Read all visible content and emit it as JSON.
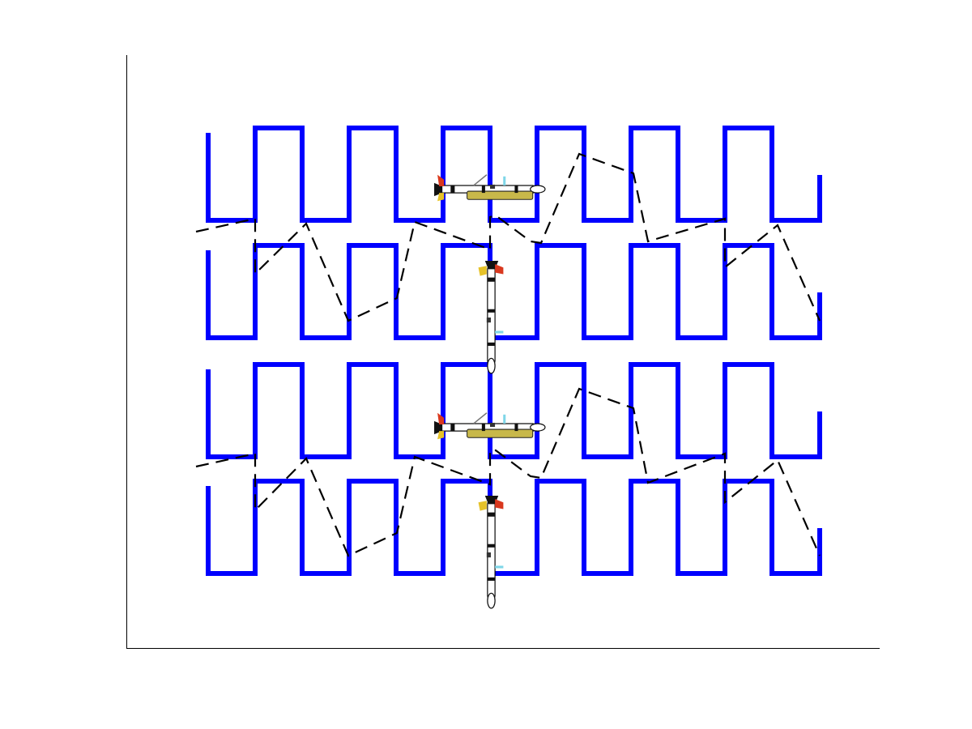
{
  "colors": {
    "lawnmower_path": "#0000ff",
    "auv_trajectory": "#000000",
    "axis": "#000000",
    "auv_body": "#ffffff",
    "auv_band": "#111111",
    "auv_payload": "#c8b84a",
    "auv_fin_red": "#d9381e",
    "auv_fin_yellow": "#e6c229",
    "auv_antenna": "#7fd6e8"
  },
  "icons": {
    "vehicle": "auv-icon"
  },
  "vehicles": [
    {
      "id": "auv-1",
      "orientation": "horizontal",
      "row": 1
    },
    {
      "id": "auv-2",
      "orientation": "vertical",
      "row": 2
    },
    {
      "id": "auv-3",
      "orientation": "horizontal",
      "row": 3
    },
    {
      "id": "auv-4",
      "orientation": "vertical",
      "row": 4
    }
  ]
}
